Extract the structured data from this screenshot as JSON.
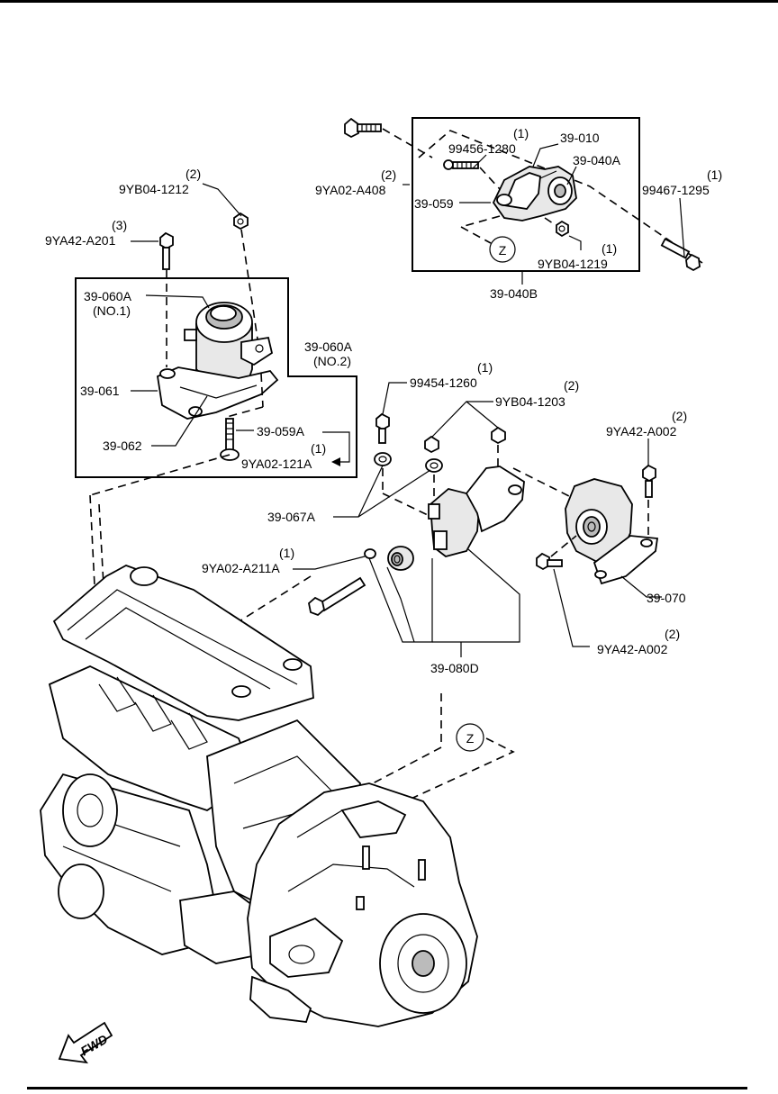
{
  "labels": {
    "p_9yb04_1212": "9YB04-1212",
    "q_9yb04_1212": "(2)",
    "p_9ya42_a201": "9YA42-A201",
    "q_9ya42_a201": "(3)",
    "p_9ya02_a408": "9YA02-A408",
    "q_9ya02_a408": "(2)",
    "p_99456_1280": "99456-1280",
    "q_99456_1280": "(1)",
    "p_39_010": "39-010",
    "p_39_040a": "39-040A",
    "p_39_059": "39-059",
    "p_9yb04_1219": "9YB04-1219",
    "q_9yb04_1219": "(1)",
    "p_99467_1295": "99467-1295",
    "q_99467_1295": "(1)",
    "p_39_040b": "39-040B",
    "z_top": "Z",
    "p_39_060a_1": "39-060A",
    "n_no1": "(NO.1)",
    "p_39_060a_2": "39-060A",
    "n_no2": "(NO.2)",
    "p_39_061": "39-061",
    "p_39_062": "39-062",
    "p_39_059a": "39-059A",
    "p_9ya02_121a": "9YA02-121A",
    "q_9ya02_121a": "(1)",
    "p_99454_1260": "99454-1260",
    "q_99454_1260": "(1)",
    "p_9yb04_1203": "9YB04-1203",
    "q_9yb04_1203": "(2)",
    "p_9ya42_a002_top": "9YA42-A002",
    "q_9ya42_a002_top": "(2)",
    "p_39_067a": "39-067A",
    "p_9ya02_a211a": "9YA02-A211A",
    "q_9ya02_a211a": "(1)",
    "p_39_070": "39-070",
    "p_9ya42_a002_bot": "9YA42-A002",
    "q_9ya42_a002_bot": "(2)",
    "p_39_080d": "39-080D",
    "z_bottom": "Z",
    "fwd": "FWD"
  }
}
